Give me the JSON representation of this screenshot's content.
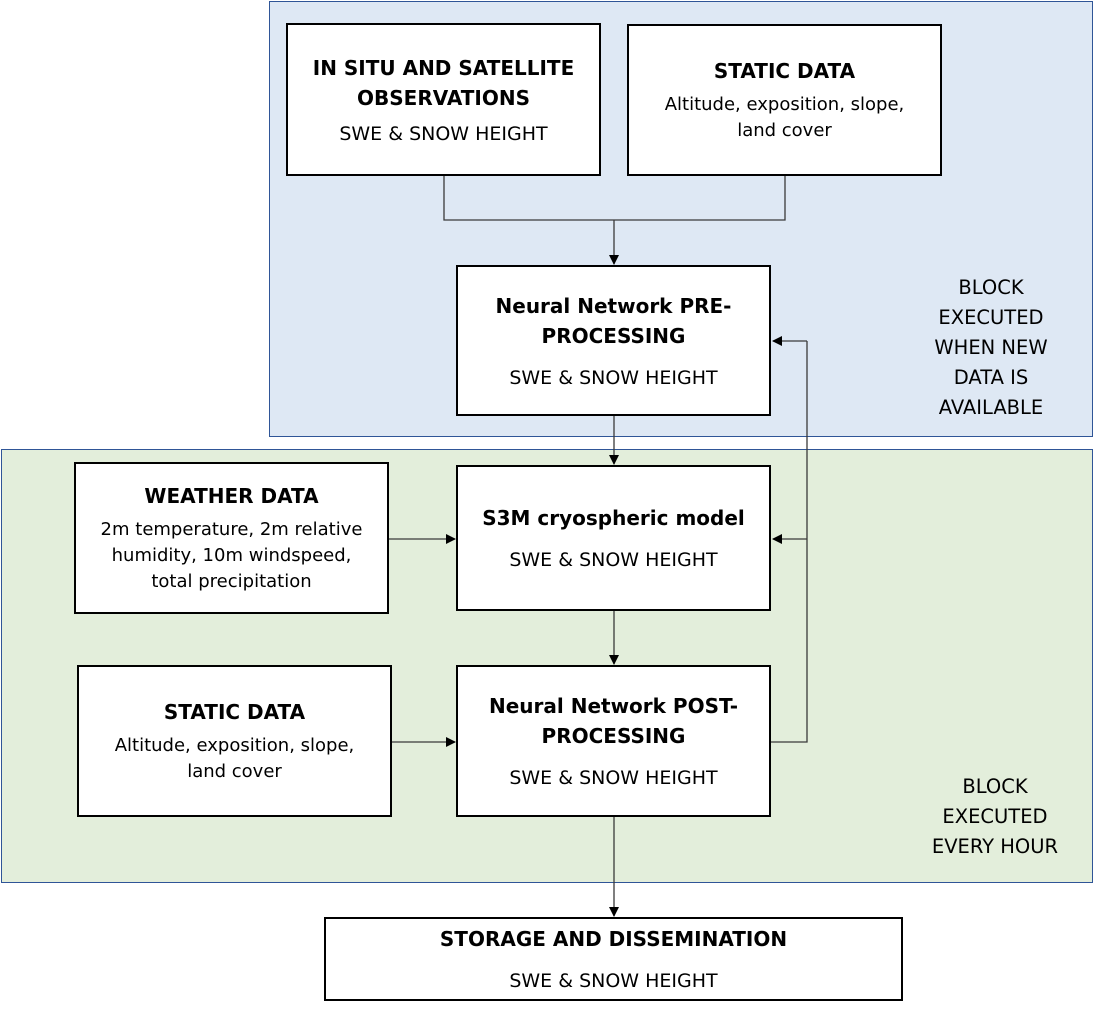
{
  "regions": {
    "update_block_label": "BLOCK\nEXECUTED\nWHEN  NEW\nDATA IS\nAVAILABLE",
    "hourly_block_label": "BLOCK\nEXECUTED\nEVERY HOUR"
  },
  "nodes": {
    "observations": {
      "title": "IN SITU AND SATELLITE OBSERVATIONS",
      "subtitle": "SWE & SNOW HEIGHT"
    },
    "static_top": {
      "title": "STATIC DATA",
      "subtitle": "Altitude, exposition, slope, land cover"
    },
    "nn_pre": {
      "title": "Neural Network PRE-PROCESSING",
      "subtitle": "SWE & SNOW HEIGHT"
    },
    "weather": {
      "title": "WEATHER DATA",
      "subtitle": "2m temperature, 2m relative humidity, 10m windspeed, total precipitation"
    },
    "s3m": {
      "title": "S3M cryospheric model",
      "subtitle": "SWE & SNOW HEIGHT"
    },
    "static_bottom": {
      "title": "STATIC DATA",
      "subtitle": "Altitude, exposition, slope, land cover"
    },
    "nn_post": {
      "title": "Neural Network POST-PROCESSING",
      "subtitle": "SWE & SNOW HEIGHT"
    },
    "storage": {
      "title": "STORAGE AND DISSEMINATION",
      "subtitle": "SWE & SNOW HEIGHT"
    }
  },
  "colors": {
    "update_block_fill": "#dee8f4",
    "hourly_block_fill": "#e3eedb",
    "block_border": "#2f5597"
  }
}
